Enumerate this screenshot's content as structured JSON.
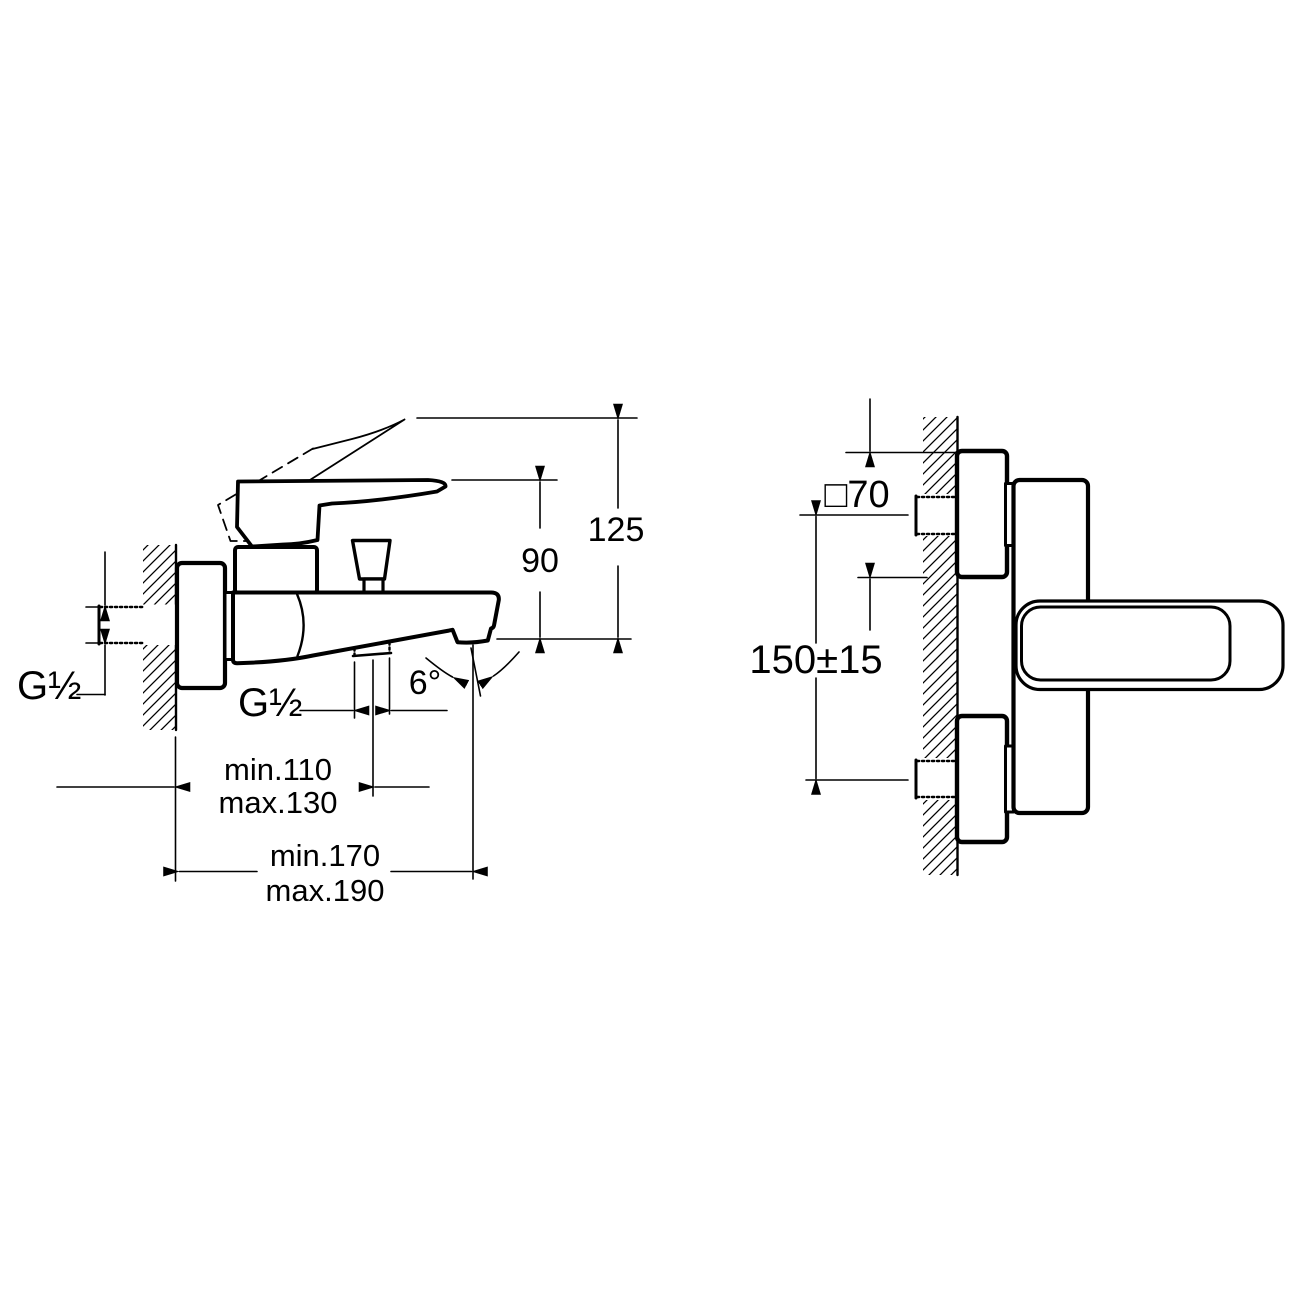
{
  "document": {
    "type": "technical installation drawing",
    "subject": "wall-mounted bath/shower mixer",
    "background_color": "#ffffff",
    "line_color": "#000000"
  },
  "side_view": {
    "name": "side view with spout and lever",
    "labels": {
      "total_height": "125",
      "spout_height": "90",
      "inlet_thread": "G½",
      "handshower_thread": "G½",
      "spout_angle": "6°",
      "spout_center_min": "min.110",
      "spout_center_max": "max.130",
      "spout_end_min": "min.170",
      "spout_end_max": "max.190"
    }
  },
  "front_view": {
    "name": "front view with wall connections",
    "labels": {
      "escutcheon_square": "□70",
      "connection_distance": "150±15"
    }
  }
}
